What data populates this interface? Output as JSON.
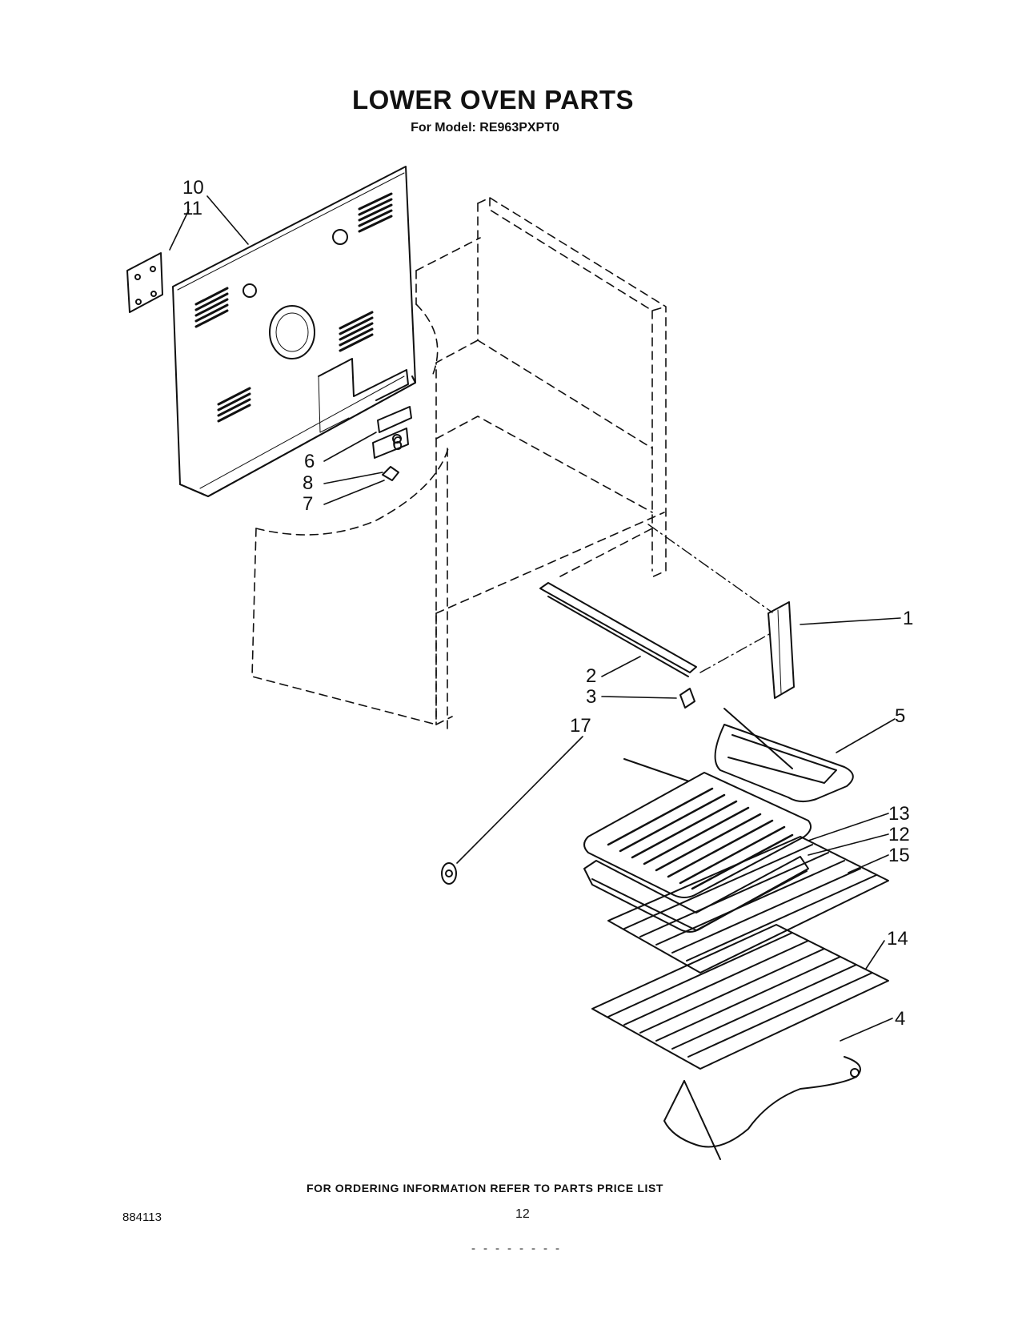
{
  "title": "LOWER OVEN PARTS",
  "subtitle": "For Model: RE963PXPT0",
  "callouts": {
    "c1": "1",
    "c2": "2",
    "c3": "3",
    "c4": "4",
    "c5": "5",
    "c6a": "6",
    "c6b": "6",
    "c7": "7",
    "c8": "8",
    "c10": "10",
    "c11": "11",
    "c12": "12",
    "c13": "13",
    "c14": "14",
    "c15": "15",
    "c17": "17"
  },
  "footer": {
    "ordering": "FOR ORDERING INFORMATION REFER TO PARTS PRICE LIST",
    "doc_number": "884113",
    "page_number": "12"
  }
}
